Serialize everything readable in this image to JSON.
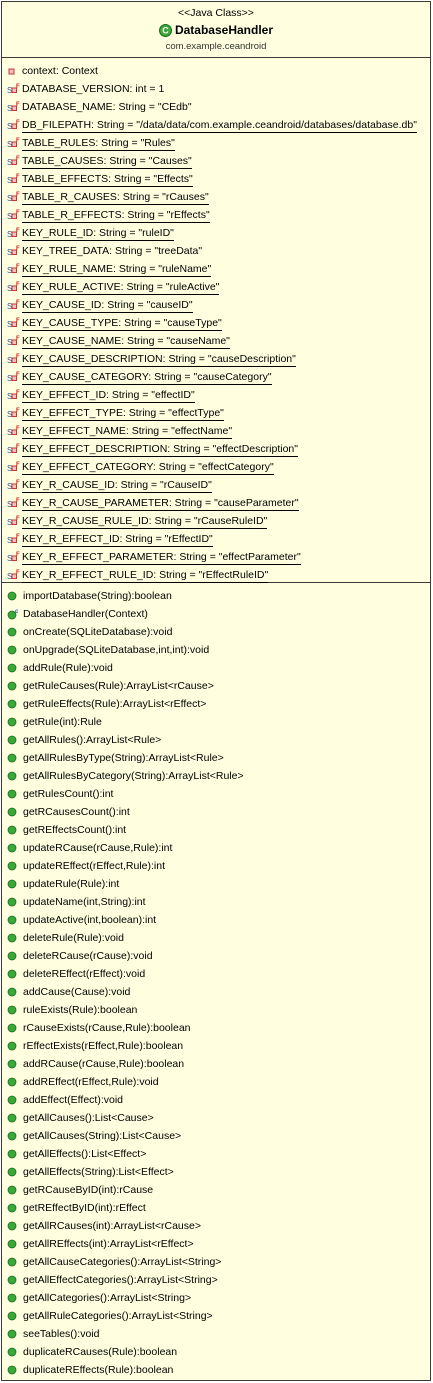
{
  "class": {
    "stereotype": "<<Java Class>>",
    "name": "DatabaseHandler",
    "package": "com.example.ceandroid",
    "icon": "class-c-icon"
  },
  "attributes": [
    {
      "text": "context: Context",
      "kind": "private",
      "static": false
    },
    {
      "text": "DATABASE_VERSION: int = 1",
      "kind": "static-final",
      "static": false
    },
    {
      "text": "DATABASE_NAME: String = \"CEdb\"",
      "kind": "static-final",
      "static": false
    },
    {
      "text": "DB_FILEPATH: String = \"/data/data/com.example.ceandroid/databases/database.db\"",
      "kind": "static-final",
      "static": true
    },
    {
      "text": "TABLE_RULES: String = \"Rules\"",
      "kind": "static-final",
      "static": true
    },
    {
      "text": "TABLE_CAUSES: String = \"Causes\"",
      "kind": "static-final",
      "static": true
    },
    {
      "text": "TABLE_EFFECTS: String = \"Effects\"",
      "kind": "static-final",
      "static": true
    },
    {
      "text": "TABLE_R_CAUSES: String = \"rCauses\"",
      "kind": "static-final",
      "static": true
    },
    {
      "text": "TABLE_R_EFFECTS: String = \"rEffects\"",
      "kind": "static-final",
      "static": true
    },
    {
      "text": "KEY_RULE_ID: String = \"ruleID\"",
      "kind": "static-final",
      "static": true
    },
    {
      "text": "KEY_TREE_DATA: String = \"treeData\"",
      "kind": "static-final",
      "static": false
    },
    {
      "text": "KEY_RULE_NAME: String = \"ruleName\"",
      "kind": "static-final",
      "static": true
    },
    {
      "text": "KEY_RULE_ACTIVE: String = \"ruleActive\"",
      "kind": "static-final",
      "static": true
    },
    {
      "text": "KEY_CAUSE_ID: String = \"causeID\"",
      "kind": "static-final",
      "static": true
    },
    {
      "text": "KEY_CAUSE_TYPE: String = \"causeType\"",
      "kind": "static-final",
      "static": true
    },
    {
      "text": "KEY_CAUSE_NAME: String = \"causeName\"",
      "kind": "static-final",
      "static": true
    },
    {
      "text": "KEY_CAUSE_DESCRIPTION: String = \"causeDescription\"",
      "kind": "static-final",
      "static": true
    },
    {
      "text": "KEY_CAUSE_CATEGORY: String = \"causeCategory\"",
      "kind": "static-final",
      "static": true
    },
    {
      "text": "KEY_EFFECT_ID: String = \"effectID\"",
      "kind": "static-final",
      "static": true
    },
    {
      "text": "KEY_EFFECT_TYPE: String = \"effectType\"",
      "kind": "static-final",
      "static": true
    },
    {
      "text": "KEY_EFFECT_NAME: String = \"effectName\"",
      "kind": "static-final",
      "static": true
    },
    {
      "text": "KEY_EFFECT_DESCRIPTION: String = \"effectDescription\"",
      "kind": "static-final",
      "static": true
    },
    {
      "text": "KEY_EFFECT_CATEGORY: String = \"effectCategory\"",
      "kind": "static-final",
      "static": true
    },
    {
      "text": "KEY_R_CAUSE_ID: String = \"rCauseID\"",
      "kind": "static-final",
      "static": true
    },
    {
      "text": "KEY_R_CAUSE_PARAMETER: String = \"causeParameter\"",
      "kind": "static-final",
      "static": true
    },
    {
      "text": "KEY_R_CAUSE_RULE_ID: String = \"rCauseRuleID\"",
      "kind": "static-final",
      "static": true
    },
    {
      "text": "KEY_R_EFFECT_ID: String = \"rEffectID\"",
      "kind": "static-final",
      "static": true
    },
    {
      "text": "KEY_R_EFFECT_PARAMETER: String = \"effectParameter\"",
      "kind": "static-final",
      "static": true
    },
    {
      "text": "KEY_R_EFFECT_RULE_ID: String = \"rEffectRuleID\"",
      "kind": "static-final",
      "static": true
    }
  ],
  "methods": [
    {
      "text": "importDatabase(String):boolean",
      "kind": "public"
    },
    {
      "text": "DatabaseHandler(Context)",
      "kind": "constructor"
    },
    {
      "text": "onCreate(SQLiteDatabase):void",
      "kind": "public"
    },
    {
      "text": "onUpgrade(SQLiteDatabase,int,int):void",
      "kind": "public"
    },
    {
      "text": "addRule(Rule):void",
      "kind": "public"
    },
    {
      "text": "getRuleCauses(Rule):ArrayList<rCause>",
      "kind": "public"
    },
    {
      "text": "getRuleEffects(Rule):ArrayList<rEffect>",
      "kind": "public"
    },
    {
      "text": "getRule(int):Rule",
      "kind": "public"
    },
    {
      "text": "getAllRules():ArrayList<Rule>",
      "kind": "public"
    },
    {
      "text": "getAllRulesByType(String):ArrayList<Rule>",
      "kind": "public"
    },
    {
      "text": "getAllRulesByCategory(String):ArrayList<Rule>",
      "kind": "public"
    },
    {
      "text": "getRulesCount():int",
      "kind": "public"
    },
    {
      "text": "getRCausesCount():int",
      "kind": "public"
    },
    {
      "text": "getREffectsCount():int",
      "kind": "public"
    },
    {
      "text": "updateRCause(rCause,Rule):int",
      "kind": "public"
    },
    {
      "text": "updateREffect(rEffect,Rule):int",
      "kind": "public"
    },
    {
      "text": "updateRule(Rule):int",
      "kind": "public"
    },
    {
      "text": "updateName(int,String):int",
      "kind": "public"
    },
    {
      "text": "updateActive(int,boolean):int",
      "kind": "public"
    },
    {
      "text": "deleteRule(Rule):void",
      "kind": "public"
    },
    {
      "text": "deleteRCause(rCause):void",
      "kind": "public"
    },
    {
      "text": "deleteREffect(rEffect):void",
      "kind": "public"
    },
    {
      "text": "addCause(Cause):void",
      "kind": "public"
    },
    {
      "text": "ruleExists(Rule):boolean",
      "kind": "public"
    },
    {
      "text": "rCauseExists(rCause,Rule):boolean",
      "kind": "public"
    },
    {
      "text": "rEffectExists(rEffect,Rule):boolean",
      "kind": "public"
    },
    {
      "text": "addRCause(rCause,Rule):boolean",
      "kind": "public"
    },
    {
      "text": "addREffect(rEffect,Rule):void",
      "kind": "public"
    },
    {
      "text": "addEffect(Effect):void",
      "kind": "public"
    },
    {
      "text": "getAllCauses():List<Cause>",
      "kind": "public"
    },
    {
      "text": "getAllCauses(String):List<Cause>",
      "kind": "public"
    },
    {
      "text": "getAllEffects():List<Effect>",
      "kind": "public"
    },
    {
      "text": "getAllEffects(String):List<Effect>",
      "kind": "public"
    },
    {
      "text": "getRCauseByID(int):rCause",
      "kind": "public"
    },
    {
      "text": "getREffectByID(int):rEffect",
      "kind": "public"
    },
    {
      "text": "getAllRCauses(int):ArrayList<rCause>",
      "kind": "public"
    },
    {
      "text": "getAllREffects(int):ArrayList<rEffect>",
      "kind": "public"
    },
    {
      "text": "getAllCauseCategories():ArrayList<String>",
      "kind": "public"
    },
    {
      "text": "getAllEffectCategories():ArrayList<String>",
      "kind": "public"
    },
    {
      "text": "getAllCategories():ArrayList<String>",
      "kind": "public"
    },
    {
      "text": "getAllRuleCategories():ArrayList<String>",
      "kind": "public"
    },
    {
      "text": "seeTables():void",
      "kind": "public"
    },
    {
      "text": "duplicateRCauses(Rule):boolean",
      "kind": "public"
    },
    {
      "text": "duplicateREffects(Rule):boolean",
      "kind": "public"
    }
  ],
  "colors": {
    "box_fill": "#ffffe0",
    "border": "#3a3a3a",
    "public_green": "#3aa83a",
    "private_red": "#cc3333",
    "final_red": "#d02020"
  }
}
